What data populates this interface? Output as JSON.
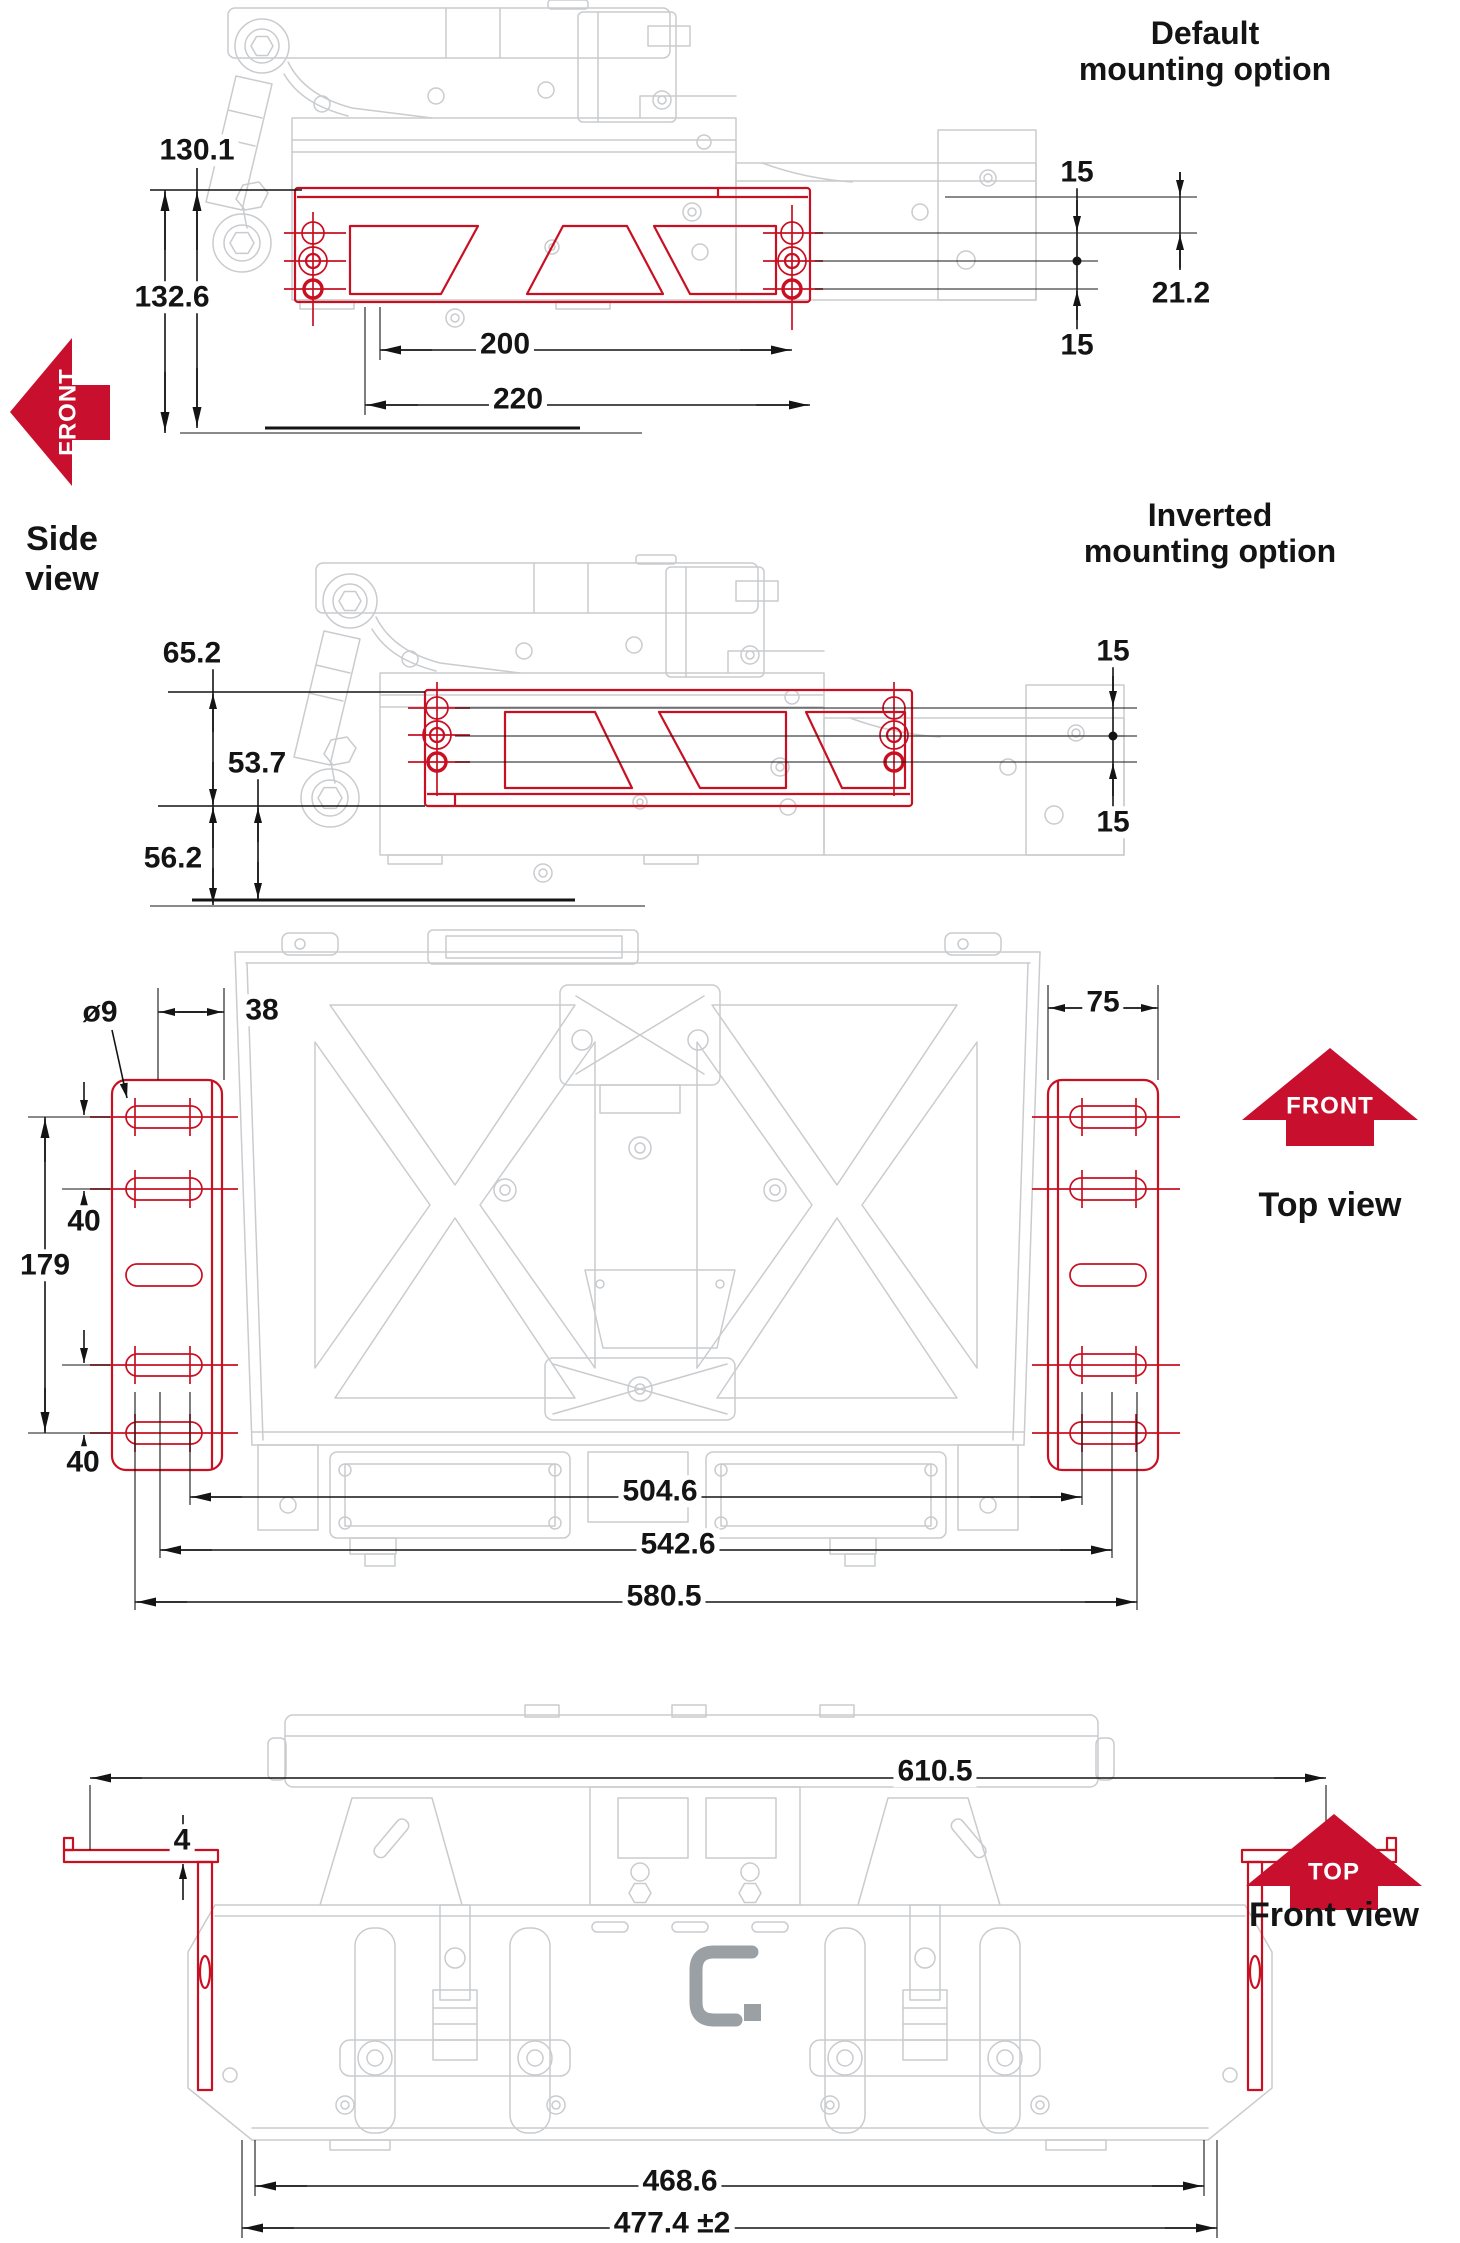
{
  "colors": {
    "accent_red": "#c8102e",
    "line_red": "#c81022",
    "line_gray": "#c9cbce",
    "text": "#141414"
  },
  "side_view": {
    "arrow_label": "FRONT",
    "label_line1": "Side",
    "label_line2": "view"
  },
  "default_option": {
    "title_line1": "Default",
    "title_line2": "mounting option",
    "height_outer": "130.1",
    "height_inner": "132.6",
    "hole_span": "200",
    "plate_span": "220",
    "pitch_top": "15",
    "offset_mid": "21.2",
    "pitch_bottom": "15"
  },
  "inverted_option": {
    "title_line1": "Inverted",
    "title_line2": "mounting option",
    "plate_height": "65.2",
    "drop_inner": "53.7",
    "drop_outer": "56.2",
    "pitch_top": "15",
    "pitch_bottom": "15"
  },
  "top_view": {
    "label": "Top view",
    "arrow_label": "FRONT",
    "hole_diameter": "ø9",
    "edge_offset": "38",
    "bracket_width": "75",
    "slot_pitch_top": "40",
    "slot_span": "179",
    "slot_pitch_bottom": "40",
    "width_inner": "504.6",
    "width_mid": "542.6",
    "width_outer": "580.5"
  },
  "front_view": {
    "label": "Front view",
    "arrow_label": "TOP",
    "overall_width": "610.5",
    "plate_thickness": "4",
    "base_width_inner": "468.6",
    "base_width_outer": "477.4 ±2"
  }
}
